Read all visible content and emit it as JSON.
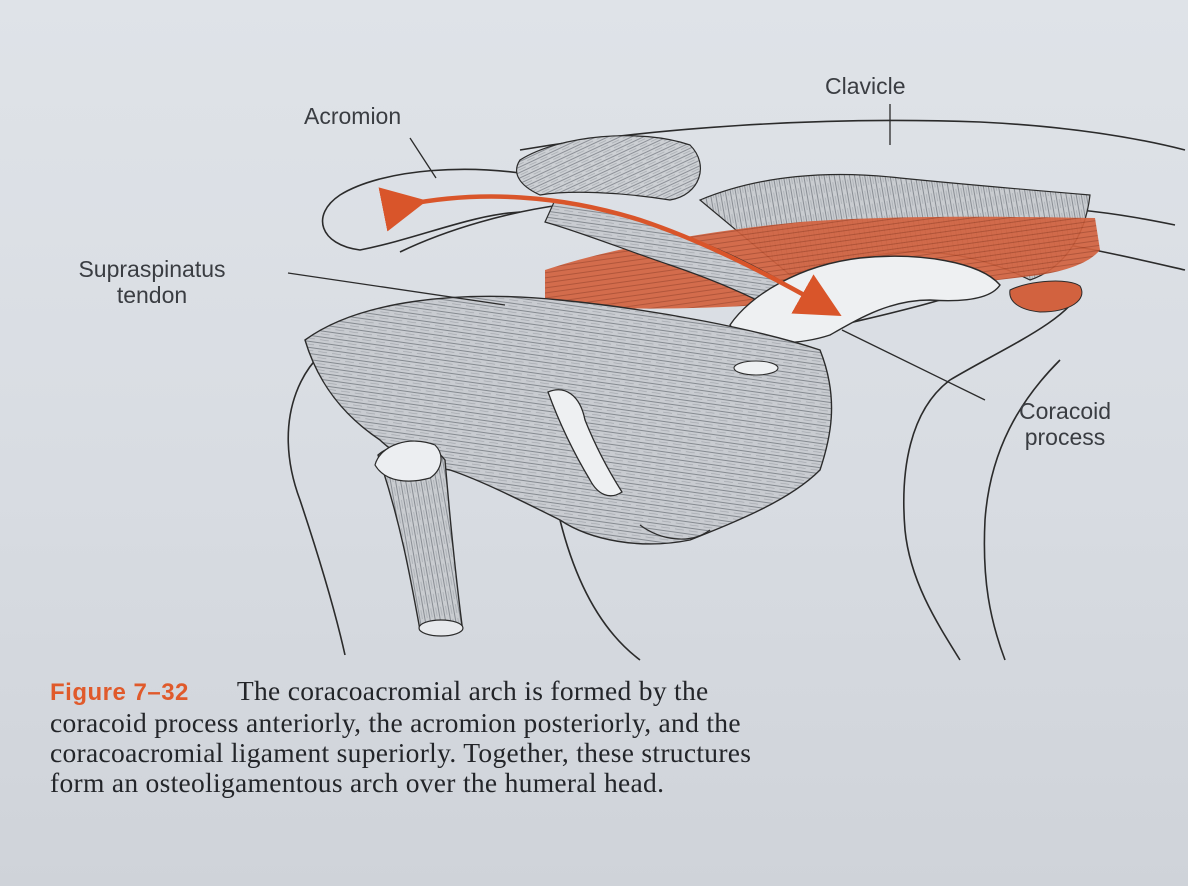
{
  "labels": {
    "acromion": "Acromion",
    "clavicle": "Clavicle",
    "supraspinatus_line1": "Supraspinatus",
    "supraspinatus_line2": "tendon",
    "coracoid_line1": "Coracoid",
    "coracoid_line2": "process"
  },
  "caption": {
    "figure_number": "Figure 7–32",
    "line1": "The coracoacromial arch is formed by the",
    "line2": "coracoid process anteriorly, the acromion posteriorly, and the",
    "line3": "coracoacromial ligament superiorly. Together, these structures",
    "line4": "form an osteoligamentous arch over the humeral head."
  },
  "colors": {
    "arrow": "#d9552a",
    "muscle": "#d2623f",
    "figure_number": "#e05a2b",
    "outline": "#2b2b2b",
    "tissue_gray": "#9ba0a6"
  }
}
